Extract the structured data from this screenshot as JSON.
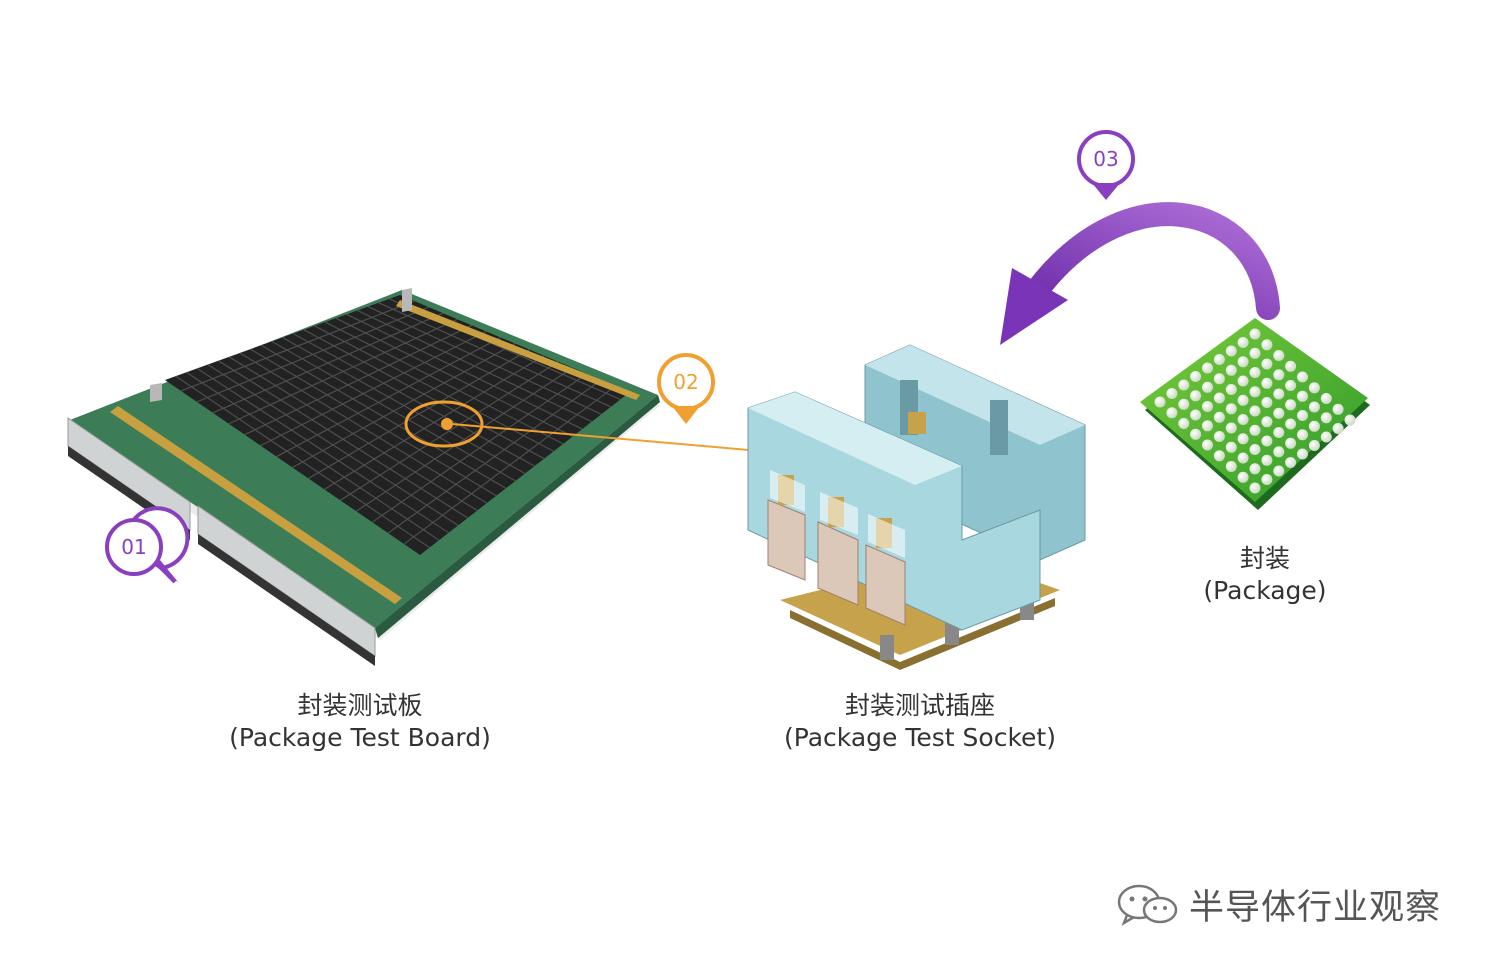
{
  "components": {
    "board": {
      "label_zh": "封装测试板",
      "label_en": "(Package Test Board)"
    },
    "socket": {
      "label_zh": "封装测试插座",
      "label_en": "(Package Test Socket)"
    },
    "package": {
      "label_zh": "封装",
      "label_en": "(Package)"
    }
  },
  "markers": [
    {
      "text": "01",
      "color": "#8a3fbf"
    },
    {
      "text": "02",
      "color": "#f0a030"
    },
    {
      "text": "03",
      "color": "#8a3fbf"
    }
  ],
  "watermark": {
    "text": "半导体行业观察",
    "icon": "wechat-icon"
  },
  "colors": {
    "purple": "#8a3fbf",
    "orange": "#f0a030",
    "board_green": "#3a7a55",
    "socket_blue": "#a9d7df",
    "package_green": "#3aa52a"
  }
}
